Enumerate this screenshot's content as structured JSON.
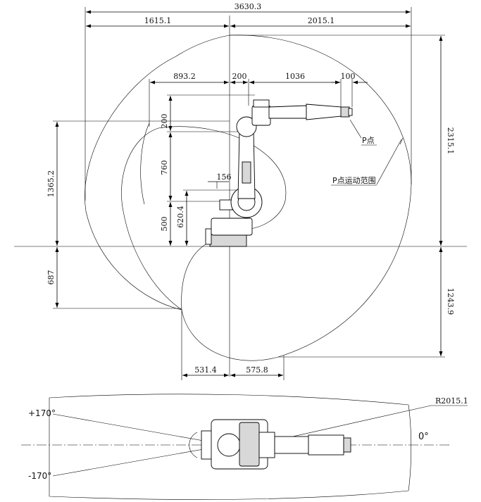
{
  "side_view": {
    "dims": {
      "total_width": "3630.3",
      "left_reach": "1615.1",
      "right_reach": "2015.1",
      "d_893": "893.2",
      "d_200_top": "200",
      "d_1036": "1036",
      "d_100": "100",
      "height_total": "2315.1",
      "h_1365": "1365.2",
      "h_200": "200",
      "h_760": "760",
      "h_156": "156",
      "h_500": "500",
      "h_620": "620.4",
      "h_687": "687",
      "h_1243": "1243.9",
      "w_531": "531.4",
      "w_575": "575.8"
    },
    "labels": {
      "p_point": "P点",
      "p_range": "P点运动范围"
    }
  },
  "top_view": {
    "radius": "R2015.1",
    "angle_pos": "+170°",
    "angle_neg": "-170°",
    "angle_zero": "0°"
  }
}
